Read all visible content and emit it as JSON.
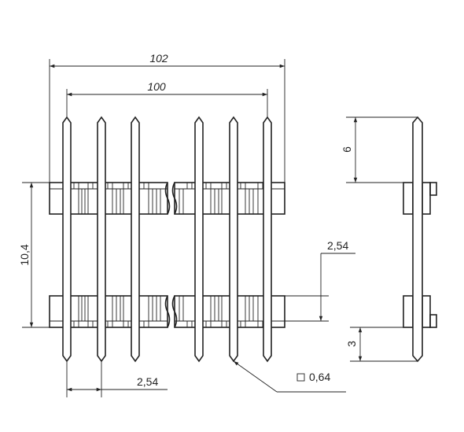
{
  "dimensions": {
    "overall_length": "102",
    "pin_span": "100",
    "height": "10,4",
    "pitch_row": "2,54",
    "pitch_pin": "2,54",
    "pin_section": "0,64",
    "top_length": "6",
    "bottom_length": "3"
  }
}
